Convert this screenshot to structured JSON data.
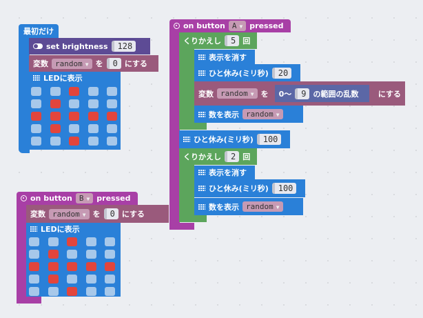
{
  "start_block": {
    "label": "最初だけ",
    "brightness_label": "set brightness",
    "brightness_value": "128",
    "var_label": "変数",
    "var_name": "random",
    "assign_wo": "を",
    "var_value": "0",
    "assign_suru": "にする",
    "led_label": "LEDに表示"
  },
  "button_a_block": {
    "on": "on button",
    "button": "A",
    "pressed": "pressed",
    "repeat1_label": "くりかえし",
    "repeat1_count": "5",
    "repeat_suffix": "回",
    "clear_label": "表示を消す",
    "pause_label": "ひと休み(ミリ秒)",
    "pause1_value": "20",
    "var_label": "変数",
    "var_name": "random",
    "assign_wo": "を",
    "random_prefix": "0〜",
    "random_max": "9",
    "random_suffix": "の範囲の乱数",
    "assign_suru": "にする",
    "show_number_label": "数を表示",
    "show_var": "random",
    "pause2_value": "100",
    "repeat2_label": "くりかえし",
    "repeat2_count": "2",
    "clear2_label": "表示を消す",
    "pause3_value": "100",
    "show_number2_label": "数を表示",
    "show_var2": "random"
  },
  "button_b_block": {
    "on": "on button",
    "button": "B",
    "pressed": "pressed",
    "var_label": "変数",
    "var_name": "random",
    "assign_wo": "を",
    "var_value": "0",
    "assign_suru": "にする",
    "led_label": "LEDに表示"
  },
  "led_pattern": [
    [
      0,
      0,
      1,
      0,
      0
    ],
    [
      0,
      1,
      0,
      0,
      0
    ],
    [
      1,
      1,
      1,
      1,
      1
    ],
    [
      0,
      1,
      0,
      0,
      0
    ],
    [
      0,
      0,
      1,
      0,
      0
    ]
  ],
  "colors": {
    "event": "#a83fa6",
    "basic": "#2a80d8",
    "loop": "#5ca55c",
    "variable": "#9a5a7c",
    "led": "#5d4b95",
    "math": "#5b67a6",
    "led_on": "#e2453c",
    "led_off": "#a7c8ea"
  }
}
